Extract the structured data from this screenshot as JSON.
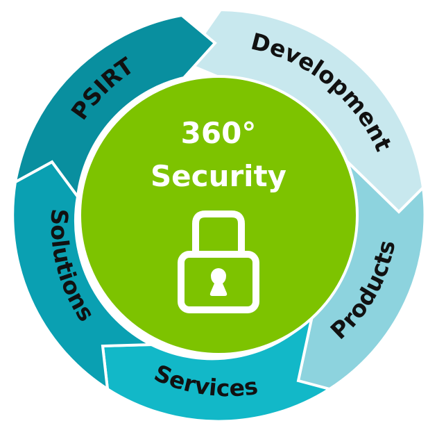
{
  "diagram": {
    "title_line1": "360°",
    "title_line2": "Security",
    "center_icon": "padlock-icon",
    "segments": [
      {
        "label": "Development",
        "color": "#c8e8ee"
      },
      {
        "label": "Products",
        "color": "#8dd3de"
      },
      {
        "label": "Services",
        "color": "#12b8c8"
      },
      {
        "label": "Solutions",
        "color": "#0aa0b2"
      },
      {
        "label": "PSIRT",
        "color": "#098f9f"
      }
    ],
    "colors": {
      "center": "#7dc300",
      "text_dark": "#111111",
      "text_light": "#ffffff",
      "border": "#ffffff"
    }
  }
}
